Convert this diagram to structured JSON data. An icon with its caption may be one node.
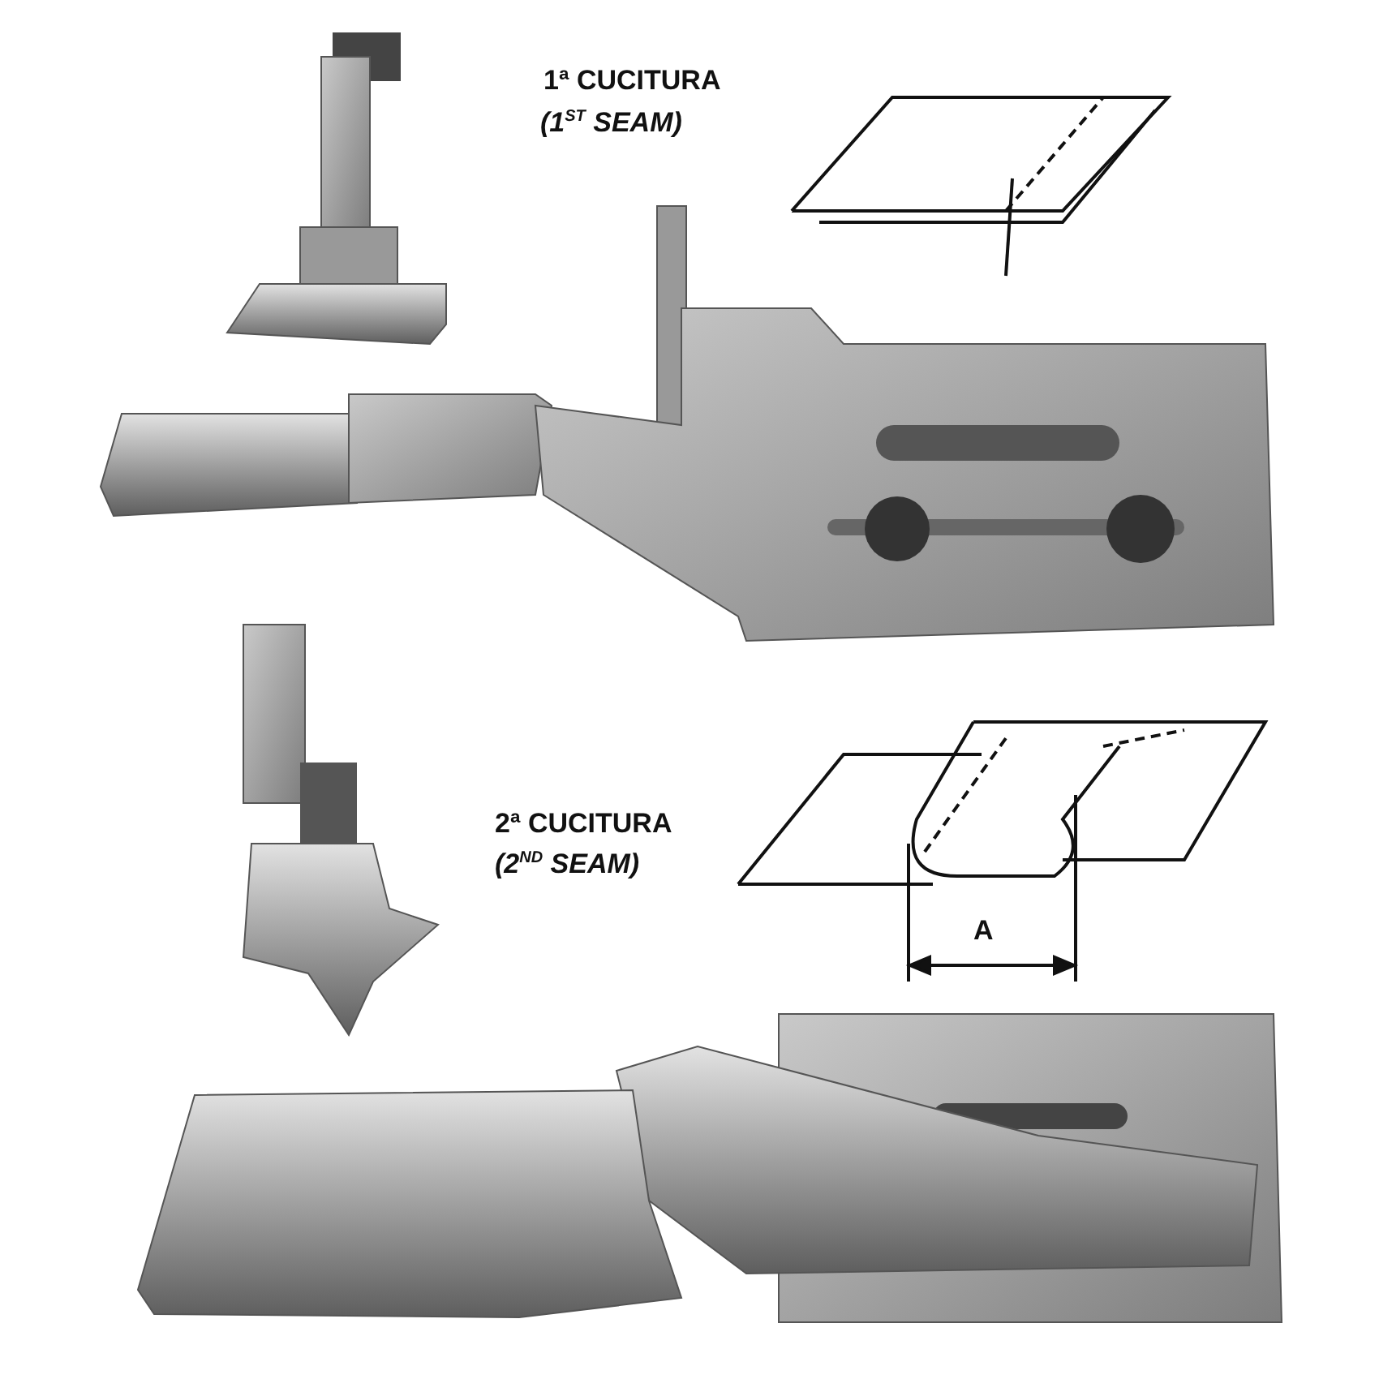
{
  "diagram": {
    "labels": [
      "1ª CUCITURA",
      "(1$^{ST}$ SEAM)",
      "2ª CUCITURA",
      "(2$^{ND}$ SEAM)",
      "A"
    ]
  }
}
